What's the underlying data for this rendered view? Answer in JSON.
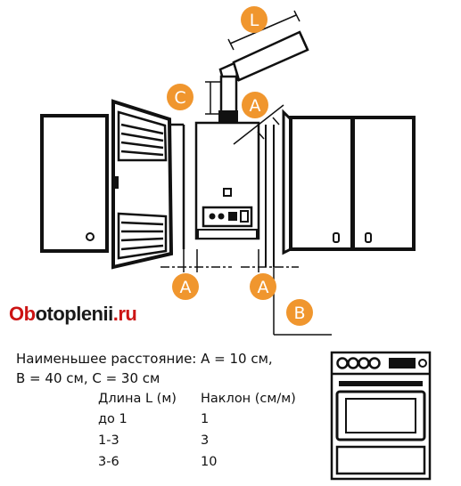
{
  "markers": {
    "L": "L",
    "C": "C",
    "A": "A",
    "B": "B"
  },
  "watermark": {
    "part1": "Ob",
    "part2": "otoplenii",
    "part3": ".ru"
  },
  "caption": {
    "line1": "Наименьшее  расстояние:  A  =  10  см,",
    "line2": "B  =  40  см,  C  =  30  см"
  },
  "table": {
    "headers": [
      "Длина  L  (м)",
      "Наклон  (см/м)"
    ],
    "rows": [
      [
        "до  1",
        "1"
      ],
      [
        "1-3",
        "3"
      ],
      [
        "3-6",
        "10"
      ]
    ]
  },
  "colors": {
    "marker": "#f0962e",
    "line": "#111111"
  }
}
